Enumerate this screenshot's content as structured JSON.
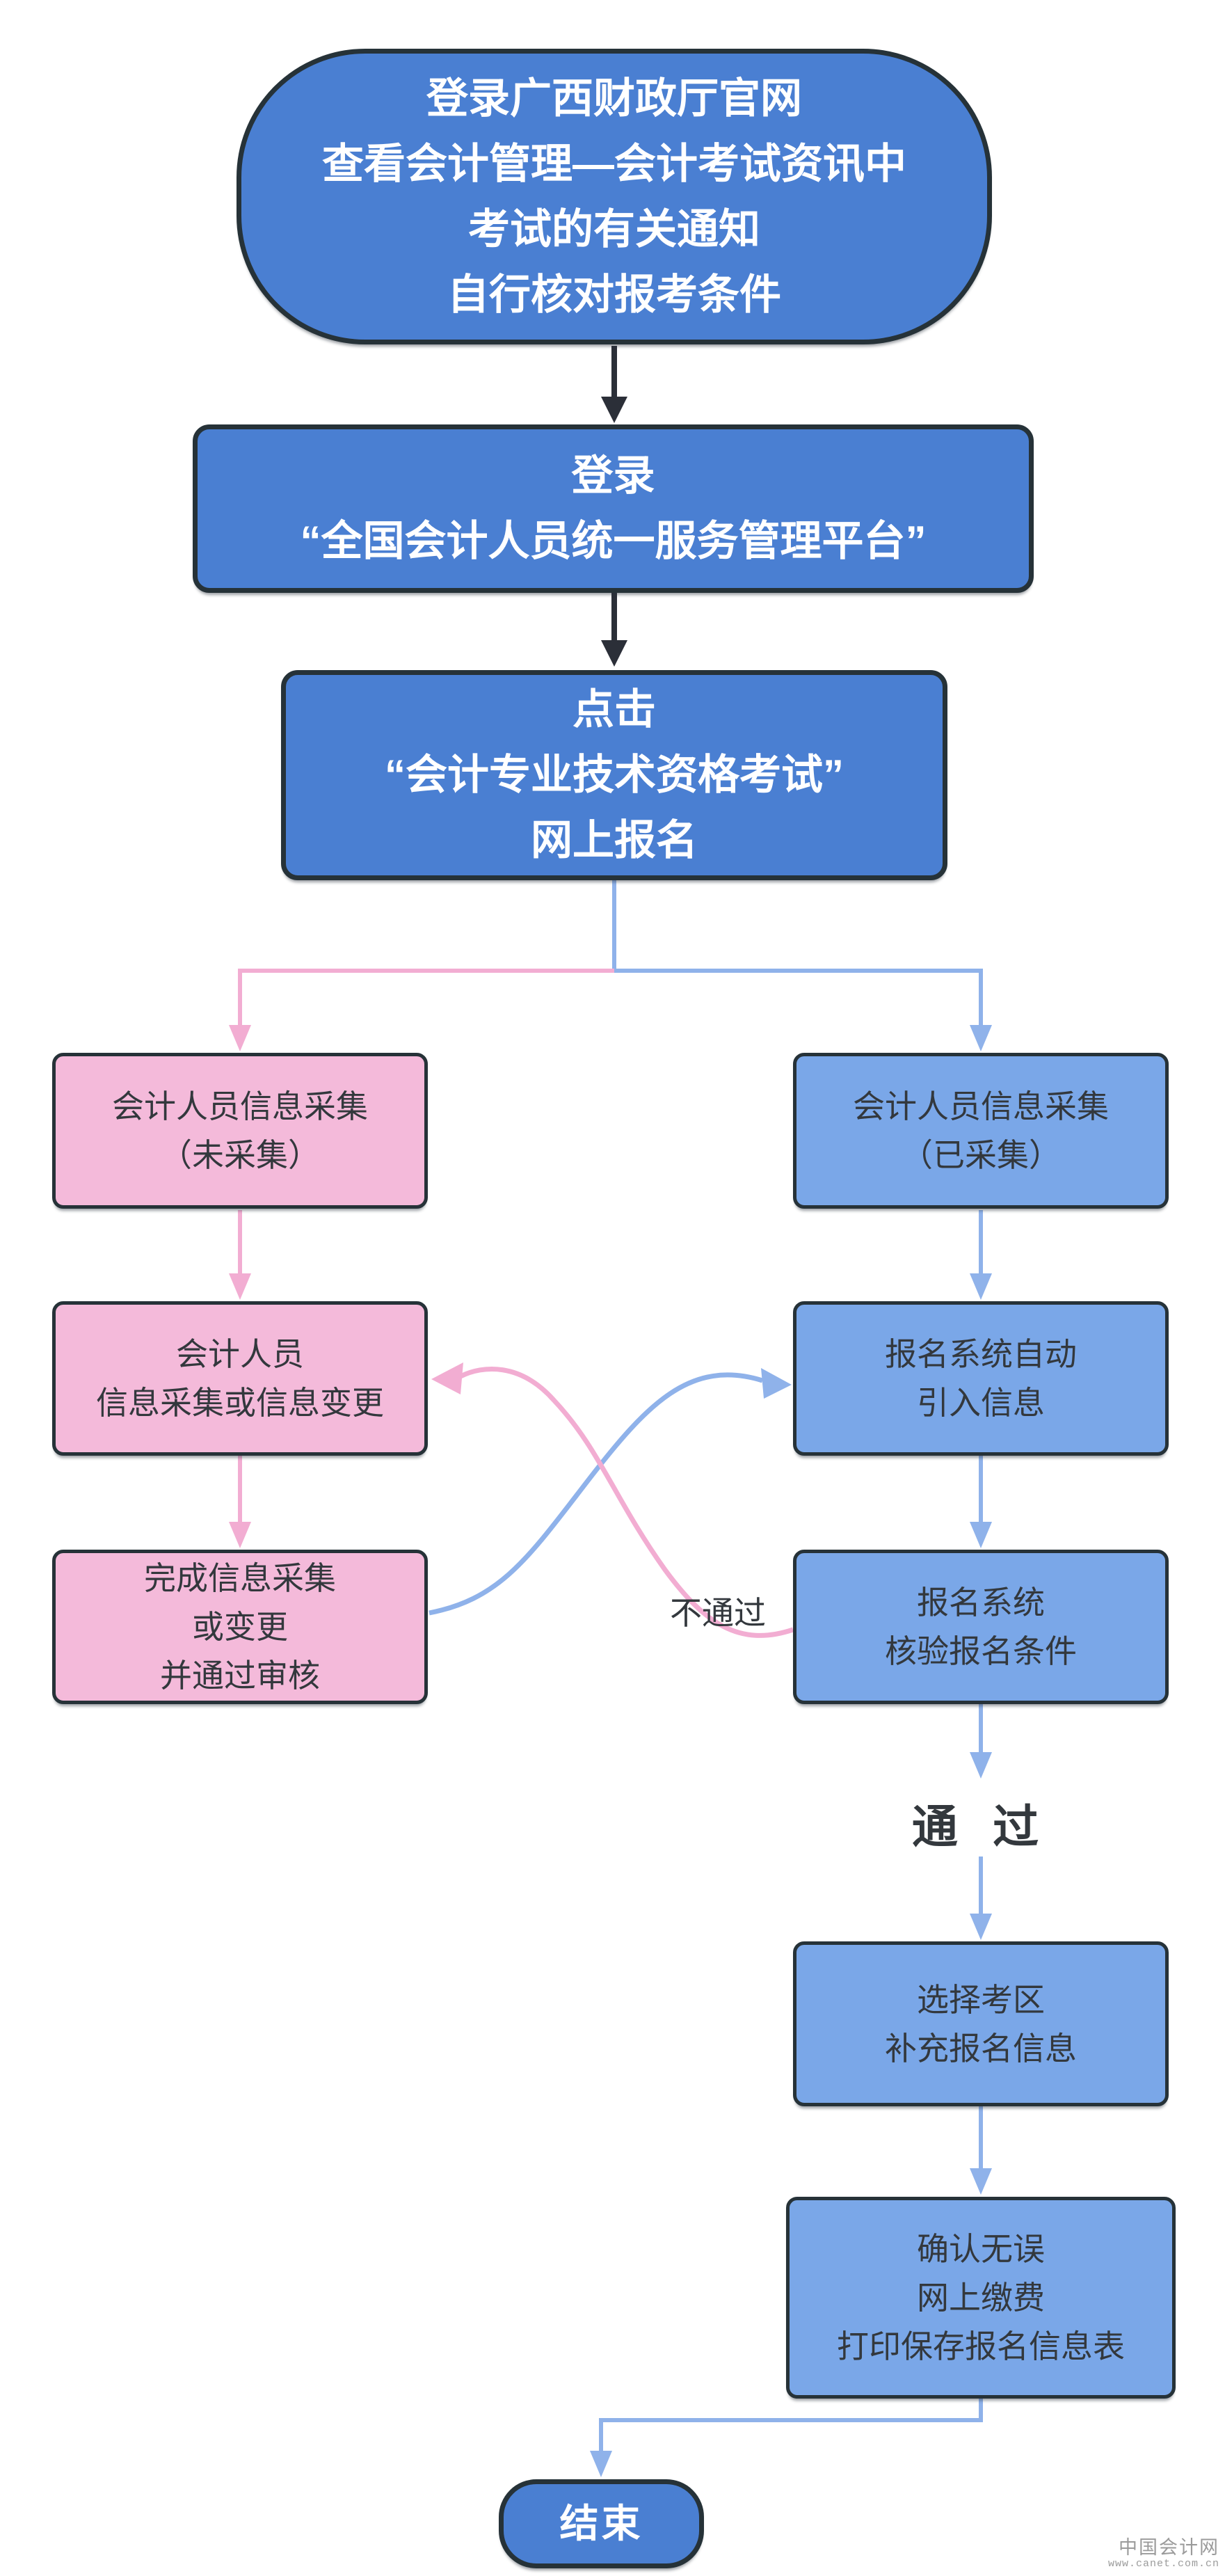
{
  "page": {
    "background": "#ffffff"
  },
  "colors": {
    "node_blue_dark": "#4a7fd2",
    "node_blue_light": "#7aa7e8",
    "node_pink": "#f4bada",
    "node_border": "#263238",
    "connector_dark": "#2b2f38",
    "connector_blue": "#8fb2ea",
    "connector_pink": "#f2add2",
    "label_text": "#33383d",
    "watermark_gray": "#9b9b9b"
  },
  "nodes": {
    "start": {
      "lines": [
        "登录广西财政厅官网",
        "查看会计管理—会计考试资讯中",
        "考试的有关通知",
        "自行核对报考条件"
      ]
    },
    "login_platform": {
      "lines": [
        "登录",
        "“全国会计人员统一服务管理平台”"
      ]
    },
    "click_register": {
      "lines": [
        "点击",
        "“会计专业技术资格考试”",
        "网上报名"
      ]
    },
    "collect_not_done": {
      "lines": [
        "会计人员信息采集",
        "（未采集）"
      ]
    },
    "collect_done": {
      "lines": [
        "会计人员信息采集",
        "（已采集）"
      ]
    },
    "collect_or_change": {
      "lines": [
        "会计人员",
        "信息采集或信息变更"
      ]
    },
    "auto_import": {
      "lines": [
        "报名系统自动",
        "引入信息"
      ]
    },
    "finish_collect": {
      "lines": [
        "完成信息采集",
        "或变更",
        "并通过审核"
      ]
    },
    "verify_conditions": {
      "lines": [
        "报名系统",
        "核验报名条件"
      ]
    },
    "choose_area": {
      "lines": [
        "选择考区",
        "补充报名信息"
      ]
    },
    "confirm_pay": {
      "lines": [
        "确认无误",
        "网上缴费",
        "打印保存报名信息表"
      ]
    },
    "end": {
      "lines": [
        "结束"
      ]
    }
  },
  "labels": {
    "pass": "通 过",
    "fail": "不通过"
  },
  "watermark": {
    "site": "中国会计网",
    "url": "www.canet.com.cn"
  }
}
